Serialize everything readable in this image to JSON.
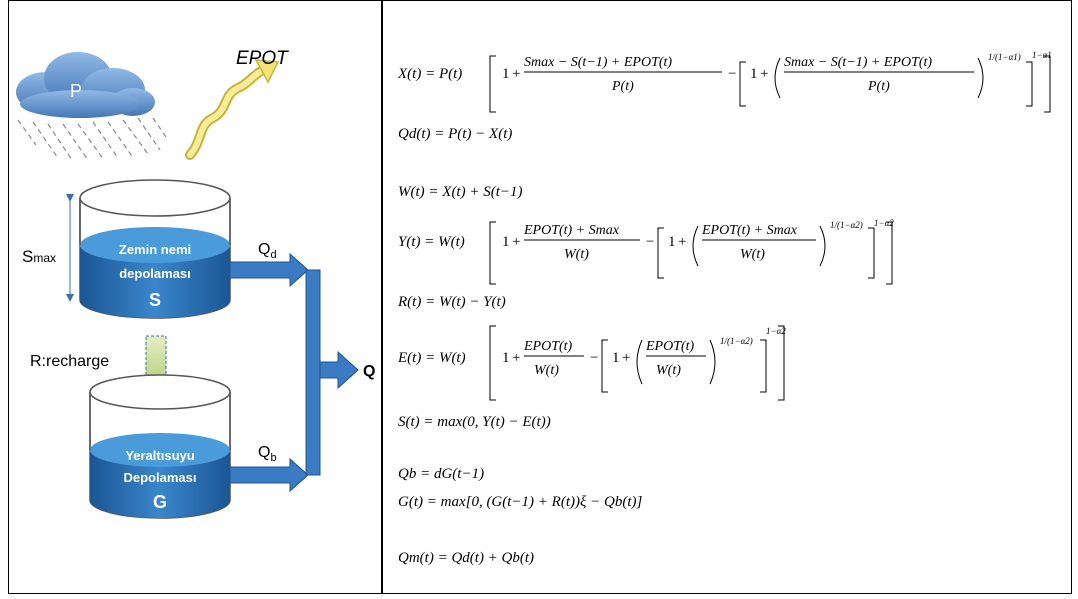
{
  "left": {
    "precip_label": "P",
    "epot_label": "EPOT",
    "smax_label_main": "S",
    "smax_label_sub": "max",
    "top_tank_text_line1": "Zemin nemi",
    "top_tank_text_line2": "depolaması",
    "top_tank_symbol": "S",
    "recharge_label": "R:recharge",
    "bottom_tank_text_line1": "Yeraltısuyu",
    "bottom_tank_text_line2": "Depolaması",
    "bottom_tank_symbol": "G",
    "qd_main": "Q",
    "qd_sub": "d",
    "qb_main": "Q",
    "qb_sub": "b",
    "q_total": "Q"
  },
  "equations": {
    "x_lhs": "X(t) = P(t)",
    "x_num": "Smax − S(t−1) + EPOT(t)",
    "x_den": "P(t)",
    "qd": "Qd(t) = P(t) − X(t)",
    "w": "W(t) = X(t) + S(t−1)",
    "y_lhs": "Y(t) = W(t)",
    "y_num": "EPOT(t) + Smax",
    "y_den": "W(t)",
    "r": "R(t) = W(t) − Y(t)",
    "e_lhs": "E(t) = W(t)",
    "e_num": "EPOT(t)",
    "e_den": "W(t)",
    "s": "S(t) = max(0, Y(t) − E(t))",
    "qb": "Qb = dG(t−1)",
    "g": "G(t) = max[0, (G(t−1) + R(t))ξ − Qb(t)]",
    "qm": "Qm(t) = Qd(t) + Qb(t)",
    "one": "1",
    "plus": "+",
    "minus": "−",
    "exp_a1": "1−α1",
    "exp_a2": "1−α2",
    "inner_exp_a1": "1/(1−α1)",
    "inner_exp_a2": "1/(1−α2)"
  },
  "colors": {
    "tank_dark": "#1f5fa5",
    "tank_light": "#4a9bd9",
    "recharge": "#c5d98a",
    "cloud": "#6a9ed4",
    "epot": "#f2e27a"
  }
}
